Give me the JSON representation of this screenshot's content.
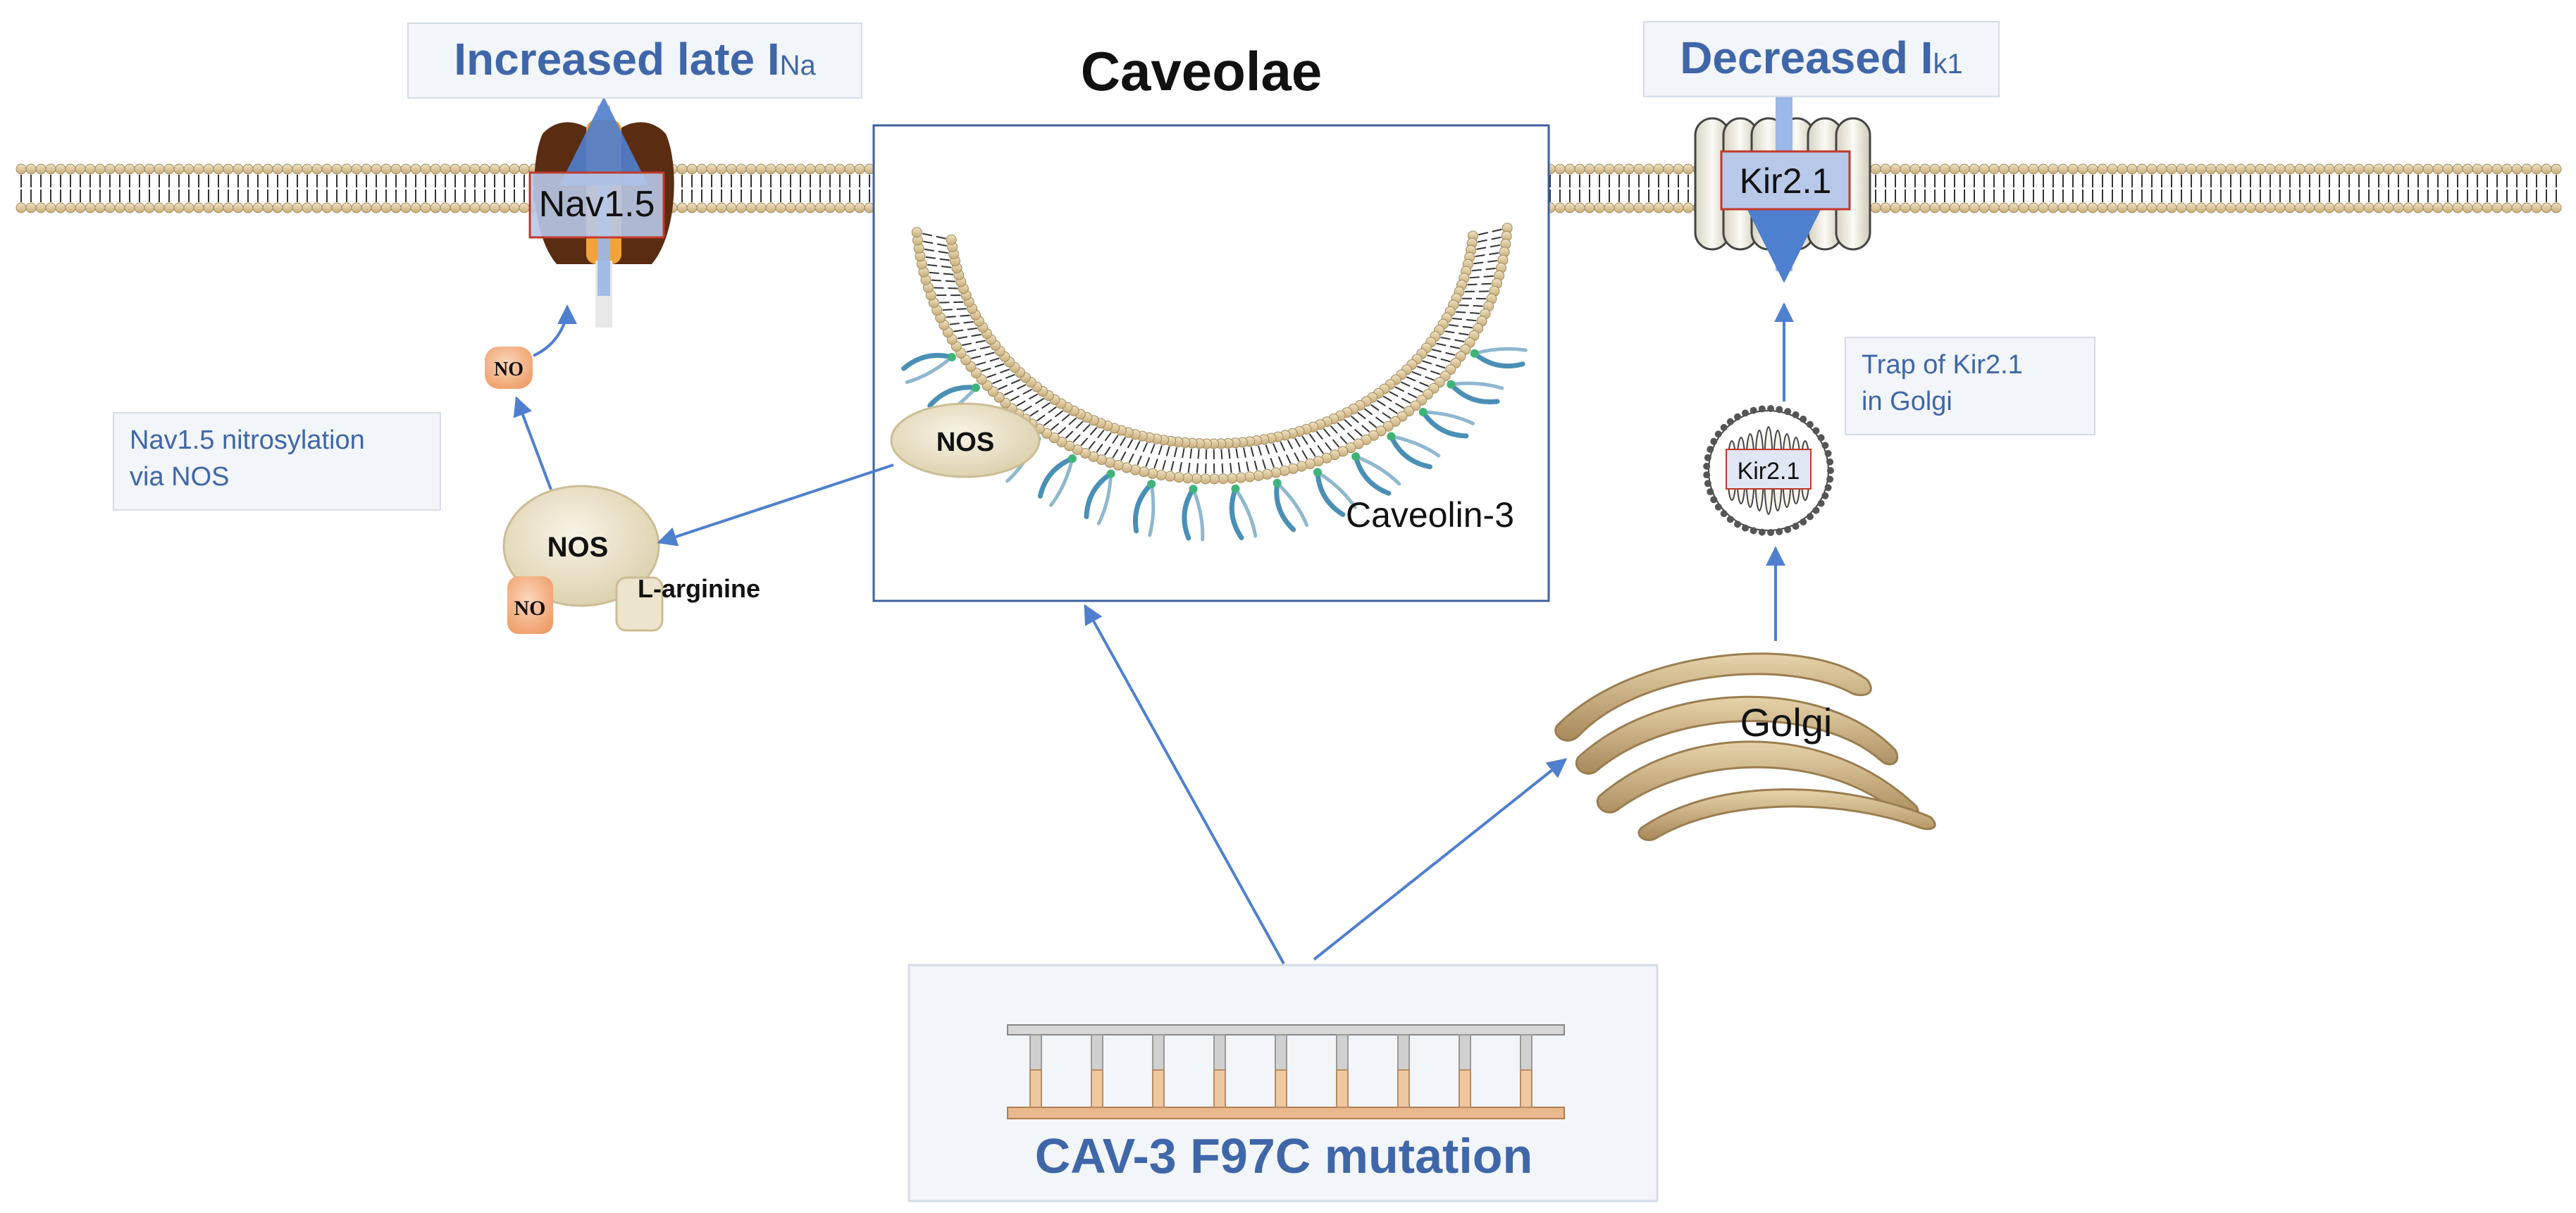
{
  "titles": {
    "caveolae": "Caveolae",
    "increased_late_ina_main": "Increased late I",
    "increased_late_ina_sub": "Na",
    "decreased_ik1_main": "Decreased I",
    "decreased_ik1_sub": "k1"
  },
  "channels": {
    "nav15": "Nav1.5",
    "kir21": "Kir2.1",
    "kir21_vesicle": "Kir2.1"
  },
  "molecules": {
    "nos_caveolae": "NOS",
    "nos_cytosol": "NOS",
    "no_top": "NO",
    "no_bottom": "NO",
    "l_arginine": "L-arginine",
    "caveolin3": "Caveolin-3",
    "golgi": "Golgi"
  },
  "annotations": {
    "nitrosylation_line1": "Nav1.5 nitrosylation",
    "nitrosylation_line2": "via NOS",
    "trap_line1": "Trap of Kir2.1",
    "trap_line2": "in Golgi"
  },
  "mutation": {
    "label": "CAV-3 F97C mutation"
  },
  "colors": {
    "title_blue": "#3f66a8",
    "arrow_blue": "#4f7fcf",
    "box_fill": "#f2f5fa",
    "box_border": "#d5dce8",
    "nav_brown": "#5a2c12",
    "nav_orange": "#f2a33a",
    "golgi_tan": "#b49a6a",
    "nos_cream": "#ece4cc",
    "no_orange": "#f5b88e"
  }
}
